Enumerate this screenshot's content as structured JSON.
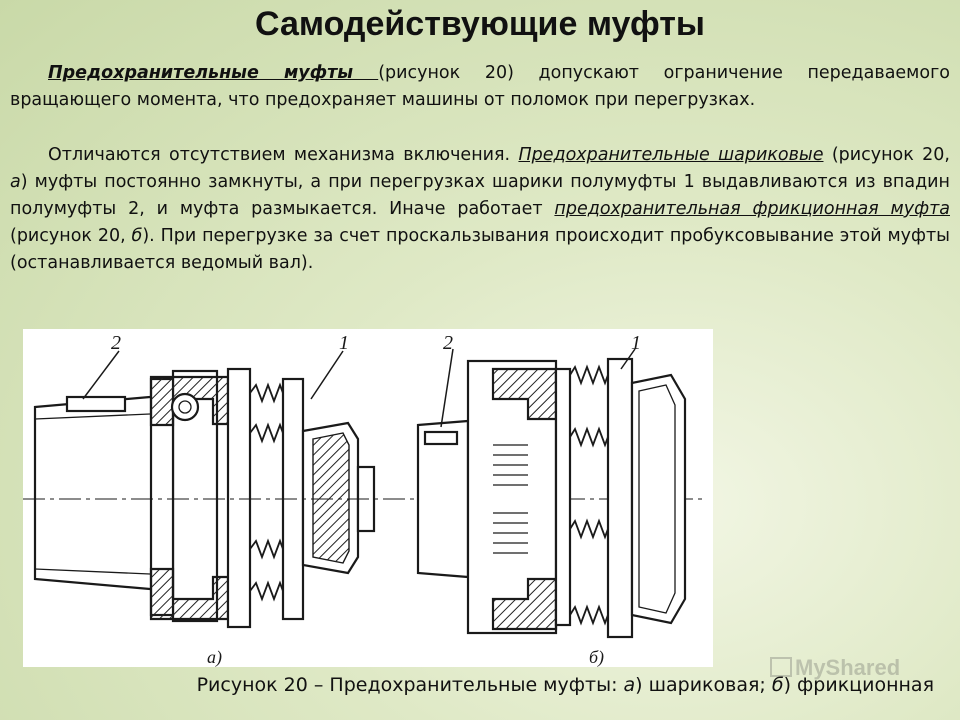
{
  "title": "Самодействующие муфты",
  "paragraph1": {
    "term": "Предохранительные муфты ",
    "t1": "(рисунок 20) ",
    "t2": "допускают ограничение передаваемого вращающего момента, что предохраняет машины от поломок при перегрузках."
  },
  "paragraph2": {
    "t1": "Отличаются отсутствием механизма включения. ",
    "term1": "Предохранительные шариковые",
    "t2": " (рисунок 20, ",
    "letter_a": "а",
    "t3": ") муфты постоянно замкнуты, а при перегрузках шарики полумуфты 1 выдавливаются из впадин полумуфты 2, и муфта размыкается. Иначе работает ",
    "term2": "предохранительная фрикционная муфта",
    "t4": " (рисунок 20, ",
    "letter_b": "б",
    "t5": "). При перегрузке за счет проскальзывания происходит пробуксовывание этой муфты (останавливается ведомый вал)."
  },
  "figure": {
    "left_label_2": "2",
    "left_label_1": "1",
    "left_sublabel": "а)",
    "right_label_2": "2",
    "right_label_1": "1",
    "right_sublabel": "б)"
  },
  "caption": {
    "t1": "Рисунок 20 – Предохранительные муфты: ",
    "a": "а",
    "t2": ") шариковая; ",
    "b": "б",
    "t3": ") фрикционная"
  },
  "watermark": {
    "text": "MyShared"
  }
}
